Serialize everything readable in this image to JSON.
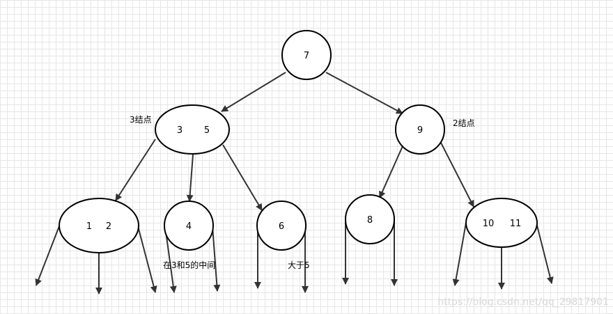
{
  "nodes": {
    "n7": [
      "7"
    ],
    "n35": [
      "3",
      "5"
    ],
    "n9": [
      "9"
    ],
    "n12": [
      "1",
      "2"
    ],
    "n4": [
      "4"
    ],
    "n6": [
      "6"
    ],
    "n8": [
      "8"
    ],
    "n1011": [
      "10",
      "11"
    ]
  },
  "annotations": {
    "three_node": "3结点",
    "two_node": "2结点",
    "between_3_and_5": "在3和5的中间",
    "greater_than_5": "大于5"
  },
  "watermark": "https://blog.csdn.net/qq_29817901"
}
